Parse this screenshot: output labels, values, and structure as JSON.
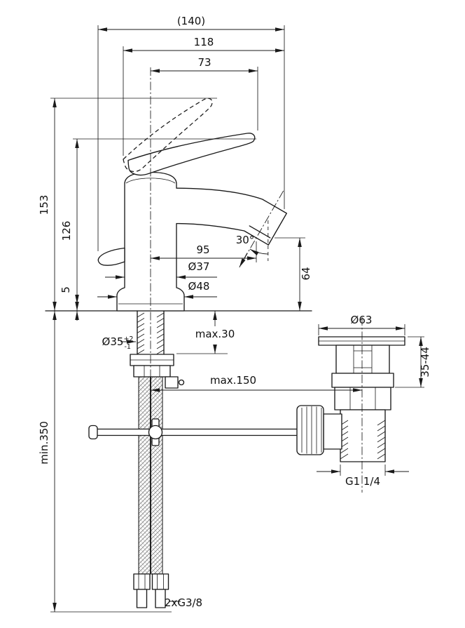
{
  "drawing": {
    "labels": {
      "overall_width": "(140)",
      "width_118": "118",
      "width_73": "73",
      "height_153": "153",
      "height_126": "126",
      "reach_95": "95",
      "dia_37": "Ø37",
      "dia_48": "Ø48",
      "height_5": "5",
      "dia_35": "Ø35",
      "dia_35_upper": "+2",
      "dia_35_lower": "-1",
      "max_deck": "max.30",
      "max_reach": "max.150",
      "min_hose": "min.350",
      "angle": "30°",
      "height_64": "64",
      "dia_63": "Ø63",
      "range_35_44": "35-44",
      "thread_waste": "G1 1/4",
      "thread_hoses": "2xG3/8"
    }
  }
}
